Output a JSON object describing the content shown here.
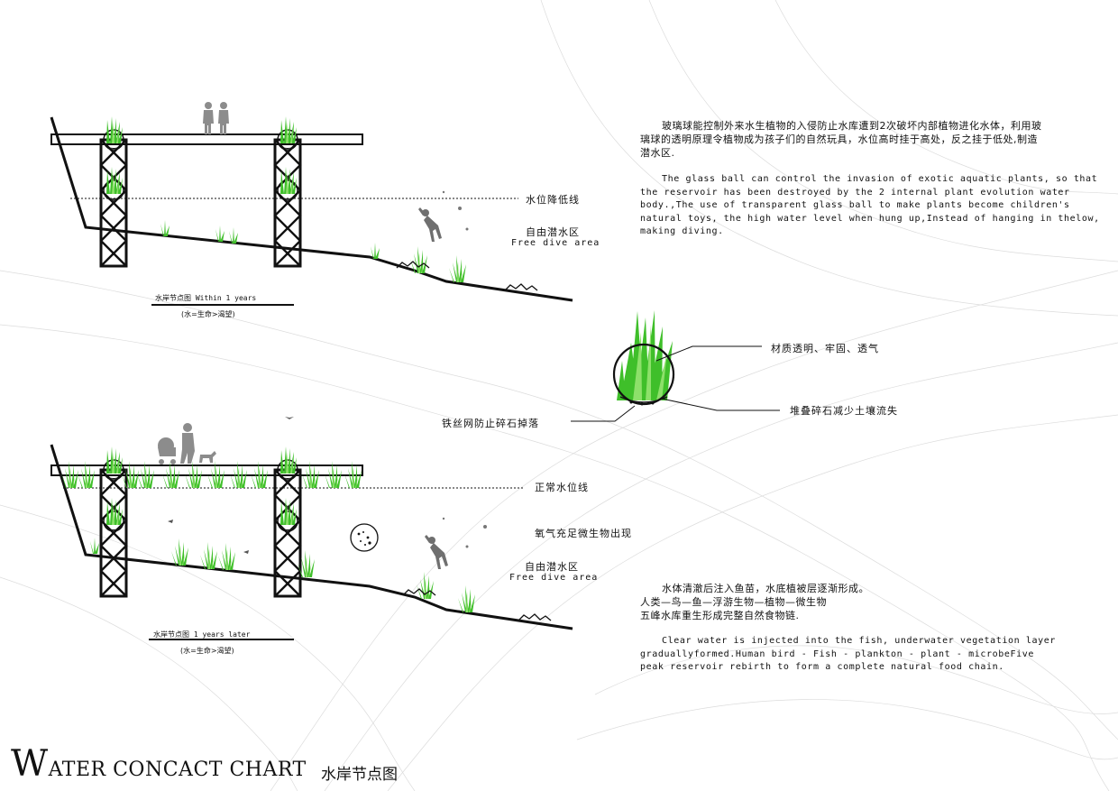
{
  "section1": {
    "label_water_lower": "水位降低线",
    "label_dive_cn": "自由潜水区",
    "label_dive_en": "Free dive area",
    "caption": "水岸节点图 Within 1 years",
    "caption_sub": "(水=生命>渴望)"
  },
  "section2": {
    "label_normal_water": "正常水位线",
    "label_oxygen": "氧气充足微生物出现",
    "label_dive_cn": "自由潜水区",
    "label_dive_en": "Free dive area",
    "caption": "水岸节点图 1 years later",
    "caption_sub": "(水=生命>渴望)"
  },
  "detail": {
    "label_material": "材质透明、牢固、透气",
    "label_gravel": "堆叠碎石减少土壤流失",
    "label_wire": "铁丝网防止碎石掉落"
  },
  "text_top": {
    "cn": "玻璃球能控制外来水生植物的入侵防止水库遭到2次破坏内部植物进化水体，利用玻璃球的透明原理令植物成为孩子们的自然玩具，水位高时挂于高处，反之挂于低处,制造潜水区.",
    "en": "The glass ball can control the invasion of exotic aquatic plants, so that the reservoir has been destroyed by the 2 internal plant evolution water body.,The use of transparent glass ball to make plants become children's natural toys, the high water level when hung up,Instead of hanging in thelow, making diving."
  },
  "text_bottom": {
    "cn_1": "水体清澈后注入鱼苗，水底植被层逐渐形成。",
    "cn_2": "人类—鸟—鱼—浮游生物—植物—微生物",
    "cn_3": "五峰水库重生形成完整自然食物链.",
    "en": "Clear water is injected into the fish, underwater vegetation layer graduallyformed.Human bird - Fish - plankton - plant - microbeFive peak reservoir rebirth to form a complete natural food chain."
  },
  "title": {
    "initial": "W",
    "rest": "ATER CONCACT CHART",
    "cn": "水岸节点图"
  },
  "colors": {
    "ink": "#111111",
    "grass": "#3fbf2a",
    "grass_light": "#8de06a",
    "figure": "#8c8c8c",
    "bg_line": "#dcdcdc"
  }
}
